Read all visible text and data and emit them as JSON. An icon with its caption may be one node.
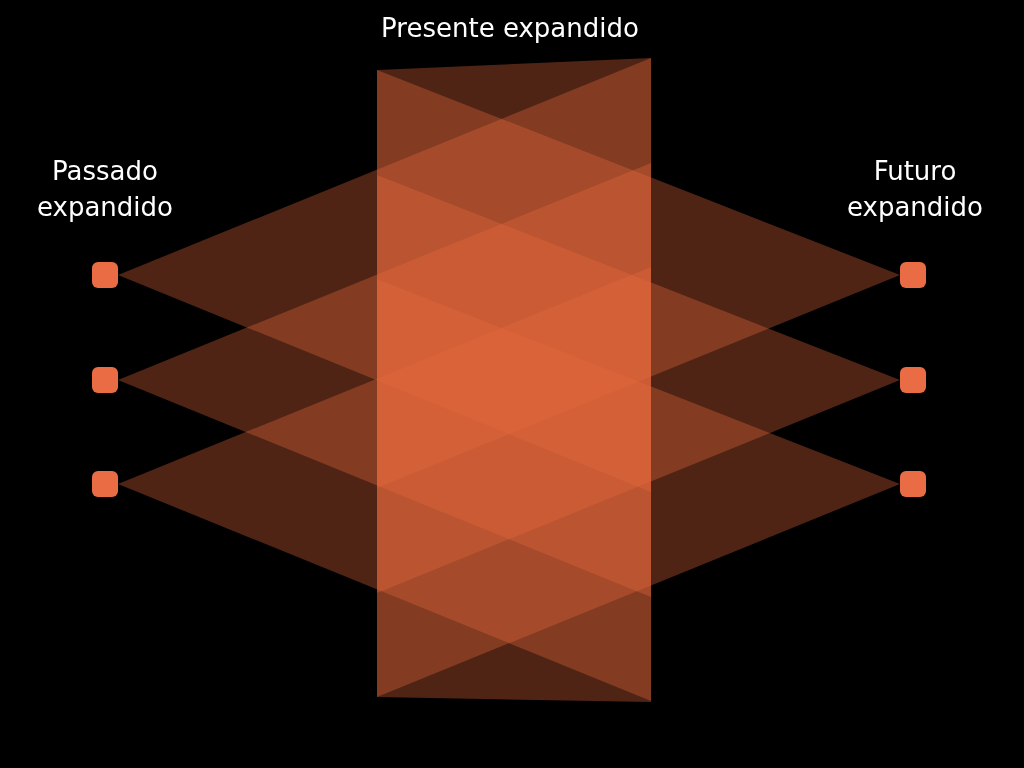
{
  "diagram": {
    "nodes": [
      {
        "text": [],
        "shape": "box"
      },
      {
        "text": [],
        "shape": "box"
      },
      {
        "text": [],
        "shape": "box"
      },
      {
        "text": [],
        "shape": "box"
      },
      {
        "text": [],
        "shape": "box"
      },
      {
        "text": [],
        "shape": "box"
      }
    ],
    "edges": [],
    "labels": [
      "Presente expandido",
      "Passado expandido",
      "Futuro expandido"
    ]
  }
}
